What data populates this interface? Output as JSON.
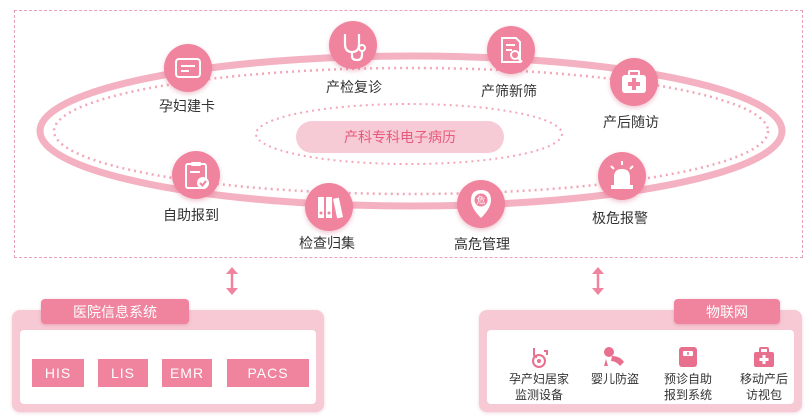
{
  "center_title": "产科专科电子病历",
  "nodes": [
    {
      "id": "pregnancy-card",
      "label": "孕妇建卡"
    },
    {
      "id": "prenatal-checkup",
      "label": "产检复诊"
    },
    {
      "id": "prenatal-screening",
      "label": "产筛新筛"
    },
    {
      "id": "postpartum-followup",
      "label": "产后随访"
    },
    {
      "id": "self-checkin",
      "label": "自助报到"
    },
    {
      "id": "exam-collection",
      "label": "检查归集"
    },
    {
      "id": "high-risk-management",
      "label": "高危管理"
    },
    {
      "id": "critical-alert",
      "label": "极危报警"
    }
  ],
  "hospital_panel": {
    "title": "医院信息系统",
    "systems": [
      "HIS",
      "LIS",
      "EMR",
      "PACS"
    ]
  },
  "iot_panel": {
    "title": "物联网",
    "items": [
      {
        "line1": "孕产妇居家",
        "line2": "监测设备",
        "icon": "monitor-device-icon"
      },
      {
        "line1": "婴儿防盗",
        "line2": "",
        "icon": "baby-icon"
      },
      {
        "line1": "预诊自助",
        "line2": "报到系统",
        "icon": "scale-icon"
      },
      {
        "line1": "移动产后",
        "line2": "访视包",
        "icon": "medical-kit-icon"
      }
    ]
  },
  "colors": {
    "accent": "#f0839d",
    "light": "#f7c9d4",
    "center_text": "#e75a7c"
  }
}
